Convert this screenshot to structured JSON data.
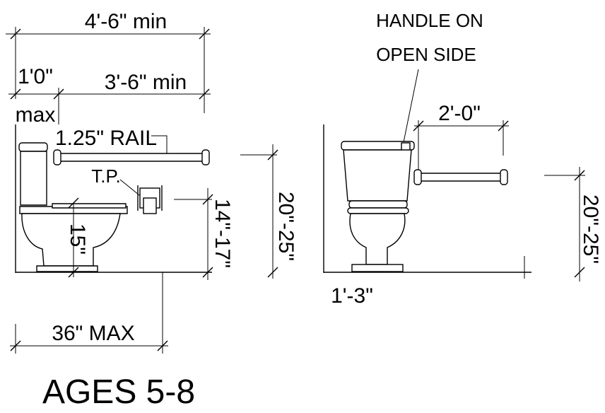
{
  "labels": {
    "overall_width": "4'-6\" min",
    "front_offset": "1'0\"",
    "front_offset_suffix": "max",
    "rail_length": "3'-6\" min",
    "rail_label": "1.25\" RAIL",
    "tp_label": "T.P.",
    "seat_height": "15\"",
    "tp_height": "14\"-17\"",
    "rail_height_side": "20\"-25\"",
    "dispenser_max": "36\" MAX",
    "handle_note_line1": "HANDLE ON",
    "handle_note_line2": "OPEN SIDE",
    "front_rail_length": "2'-0\"",
    "rail_height_front": "20\"-25\"",
    "centerline": "1'-3\"",
    "title": "AGES 5-8"
  }
}
